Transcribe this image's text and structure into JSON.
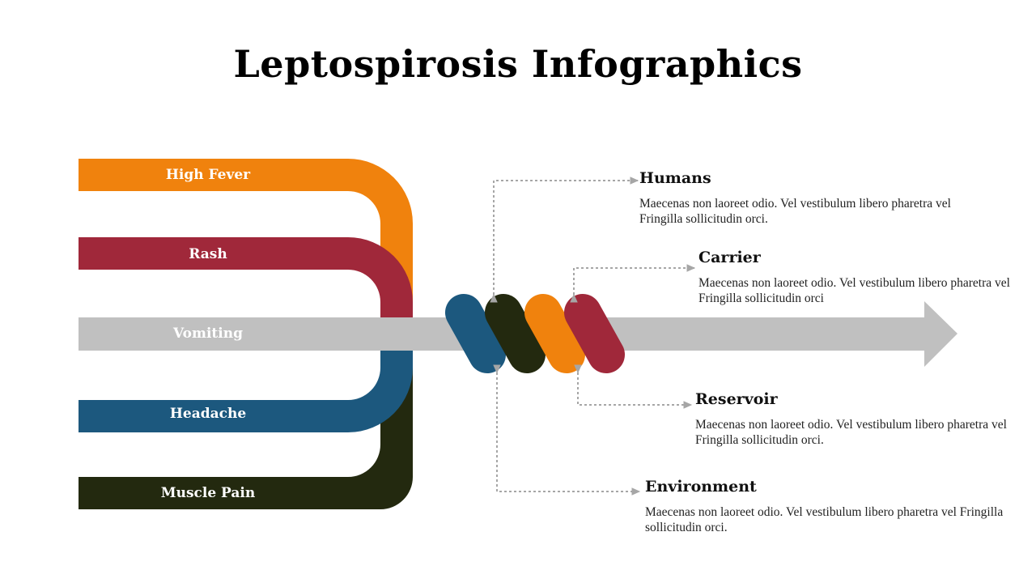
{
  "title": "Leptospirosis Infographics",
  "colors": {
    "orange": "#F0820D",
    "crimson": "#A0283A",
    "blue": "#1C587E",
    "darkolive": "#23290F",
    "gray": "#C0C0C0",
    "connector": "#A6A6A6"
  },
  "symptoms": [
    {
      "label": "High Fever",
      "color": "#F0820D"
    },
    {
      "label": "Rash",
      "color": "#A0283A"
    },
    {
      "label": "Vomiting",
      "color": "#C0C0C0"
    },
    {
      "label": "Headache",
      "color": "#1C587E"
    },
    {
      "label": "Muscle Pain",
      "color": "#23290F"
    }
  ],
  "sources": [
    {
      "title": "Humans",
      "desc": "Maecenas non laoreet odio. Vel vestibulum libero pharetra vel Fringilla sollicitudin orci."
    },
    {
      "title": "Carrier",
      "desc": "Maecenas non laoreet odio. Vel vestibulum libero pharetra vel Fringilla sollicitudin orci"
    },
    {
      "title": "Reservoir",
      "desc": "Maecenas non laoreet odio. Vel vestibulum libero pharetra vel Fringilla sollicitudin orci."
    },
    {
      "title": "Environment",
      "desc": "Maecenas non laoreet odio. Vel vestibulum libero pharetra vel Fringilla sollicitudin orci."
    }
  ]
}
